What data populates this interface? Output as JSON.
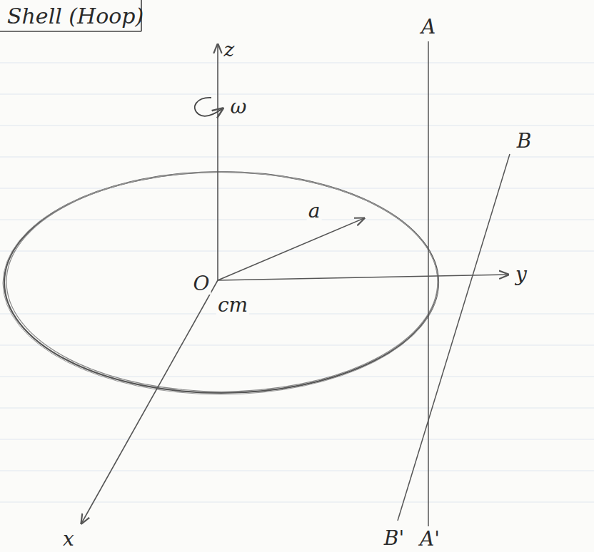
{
  "diagram": {
    "title": "Shell (Hoop)",
    "labels": [
      "z",
      "ω",
      "a",
      "O",
      "cm",
      "y",
      "x",
      "A",
      "A'",
      "B",
      "B'"
    ]
  }
}
